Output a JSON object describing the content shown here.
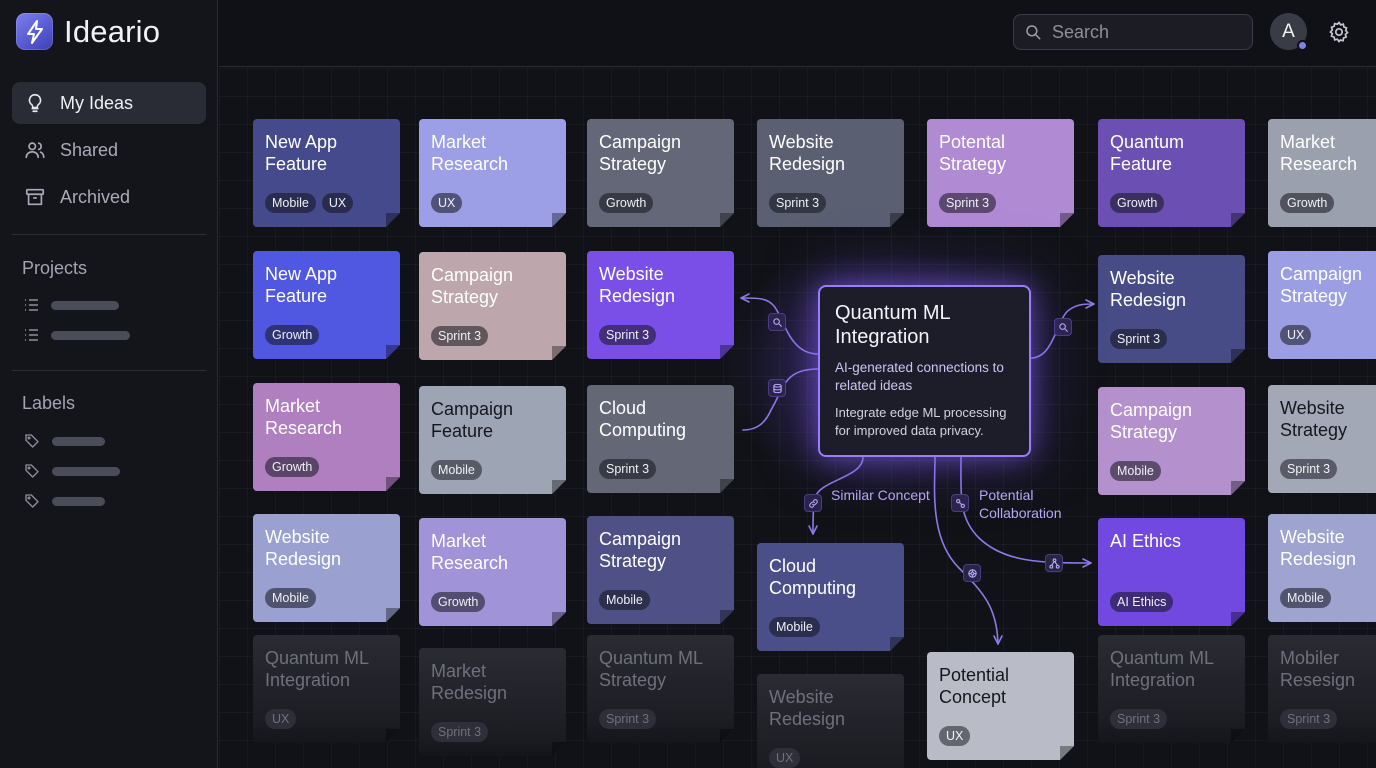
{
  "app": {
    "name": "Ideario"
  },
  "nav": {
    "items": [
      {
        "label": "My Ideas",
        "icon": "lightbulb-icon",
        "active": true
      },
      {
        "label": "Shared",
        "icon": "users-icon",
        "active": false
      },
      {
        "label": "Archived",
        "icon": "archive-icon",
        "active": false
      }
    ],
    "projects_title": "Projects",
    "labels_title": "Labels"
  },
  "search": {
    "placeholder": "Search"
  },
  "user": {
    "avatar_letter": "A"
  },
  "colors": {
    "accent": "#9b7bff",
    "background": "#0f1014",
    "sidebar": "#14151b"
  },
  "cards": [
    {
      "title": "New App Feature",
      "tags": [
        "Mobile",
        "UX"
      ],
      "color": "#454a8c"
    },
    {
      "title": "Market Research",
      "tags": [
        "UX"
      ],
      "color": "#9c9ee6"
    },
    {
      "title": "Campaign Strategy",
      "tags": [
        "Growth"
      ],
      "color": "#636777"
    },
    {
      "title": "Website Redesign",
      "tags": [
        "Sprint 3"
      ],
      "color": "#5a5f71"
    },
    {
      "title": "Potental Strategy",
      "tags": [
        "Sprint 3"
      ],
      "color": "#b18ad4"
    },
    {
      "title": "Quantum Feature",
      "tags": [
        "Growth"
      ],
      "color": "#6b4fb3"
    },
    {
      "title": "Market Research",
      "tags": [
        "Growth"
      ],
      "color": "#9aa0ad"
    },
    {
      "title": "New App Feature",
      "tags": [
        "Growth"
      ],
      "color": "#5057e0"
    },
    {
      "title": "Campaign Strategy",
      "tags": [
        "Sprint 3"
      ],
      "color": "#bda7ac"
    },
    {
      "title": "Website Redesign",
      "tags": [
        "Sprint 3"
      ],
      "color": "#7a4fe8"
    },
    {
      "title": "Website Redesign",
      "tags": [
        "Sprint 3"
      ],
      "color": "#474c86"
    },
    {
      "title": "Campaign Strategy",
      "tags": [
        "UX"
      ],
      "color": "#9b9ee2"
    },
    {
      "title": "Market Research",
      "tags": [
        "Growth"
      ],
      "color": "#b07fc0"
    },
    {
      "title": "Campaign Feature",
      "tags": [
        "Mobile"
      ],
      "color": "#9da4b4"
    },
    {
      "title": "Cloud Computing",
      "tags": [
        "Sprint 3"
      ],
      "color": "#646876"
    },
    {
      "title": "Campaign Strategy",
      "tags": [
        "Mobile"
      ],
      "color": "#b491cc"
    },
    {
      "title": "Website Strategy",
      "tags": [
        "Sprint 3"
      ],
      "color": "#a3a8b6"
    },
    {
      "title": "Website Redesign",
      "tags": [
        "Mobile"
      ],
      "color": "#9aa0d0"
    },
    {
      "title": "Market Research",
      "tags": [
        "Growth"
      ],
      "color": "#a193d8"
    },
    {
      "title": "Campaign Strategy",
      "tags": [
        "Mobile"
      ],
      "color": "#4f5085"
    },
    {
      "title": "Cloud Computing",
      "tags": [
        "Mobile"
      ],
      "color": "#4a4f8a"
    },
    {
      "title": "AI Ethics",
      "tags": [
        "AI Ethics"
      ],
      "color": "#7148e0"
    },
    {
      "title": "Website Redesign",
      "tags": [
        "Mobile"
      ],
      "color": "#9ea3cf"
    },
    {
      "title": "Quantum ML Integration",
      "tags": [
        "UX"
      ],
      "color": "faded"
    },
    {
      "title": "Market Redesign",
      "tags": [
        "Sprint 3"
      ],
      "color": "faded"
    },
    {
      "title": "Quantum ML Strategy",
      "tags": [
        "Sprint 3"
      ],
      "color": "faded"
    },
    {
      "title": "Website Redesign",
      "tags": [
        "UX"
      ],
      "color": "faded"
    },
    {
      "title": "Potential Concept",
      "tags": [
        "UX"
      ],
      "color": "#b9bcc6"
    },
    {
      "title": "Quantum ML Integration",
      "tags": [
        "Sprint 3"
      ],
      "color": "faded"
    },
    {
      "title": "Mobiler Resesign",
      "tags": [
        "Sprint 3"
      ],
      "color": "faded"
    }
  ],
  "central": {
    "title": "Quantum ML Integration",
    "subtitle": "AI-generated connections to related ideas",
    "description": "Integrate edge ML processing for improved data privacy."
  },
  "connections": [
    {
      "label": "Similar Concept",
      "icon": "link-icon"
    },
    {
      "label": "Potential Collaboration",
      "icon": "collaboration-icon"
    }
  ]
}
